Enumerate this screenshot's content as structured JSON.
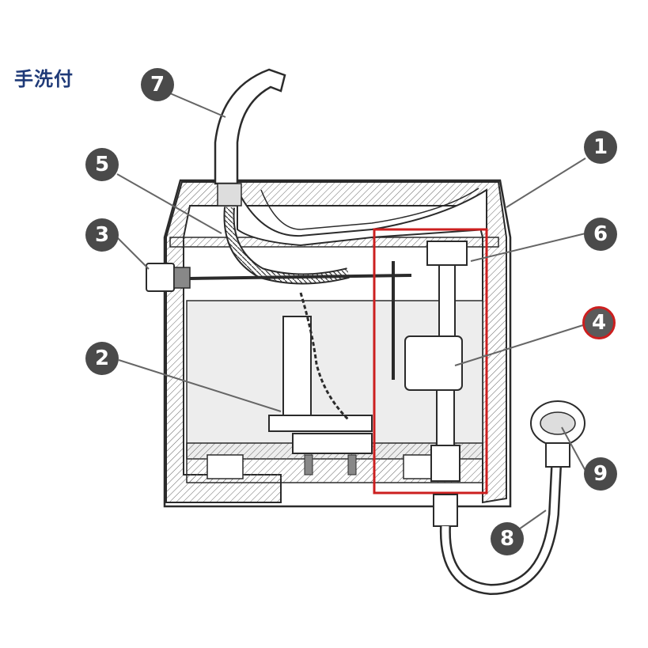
{
  "title": "手洗付",
  "colors": {
    "title": "#1f3a78",
    "badge": "#4a4a4a",
    "highlight": "#cc1f1f",
    "line": "#2b2b2b"
  },
  "callouts": [
    {
      "id": "c1",
      "label": "1"
    },
    {
      "id": "c2",
      "label": "2"
    },
    {
      "id": "c3",
      "label": "3"
    },
    {
      "id": "c4",
      "label": "4",
      "highlighted": true
    },
    {
      "id": "c5",
      "label": "5"
    },
    {
      "id": "c6",
      "label": "6"
    },
    {
      "id": "c7",
      "label": "7"
    },
    {
      "id": "c8",
      "label": "8"
    },
    {
      "id": "c9",
      "label": "9"
    }
  ]
}
